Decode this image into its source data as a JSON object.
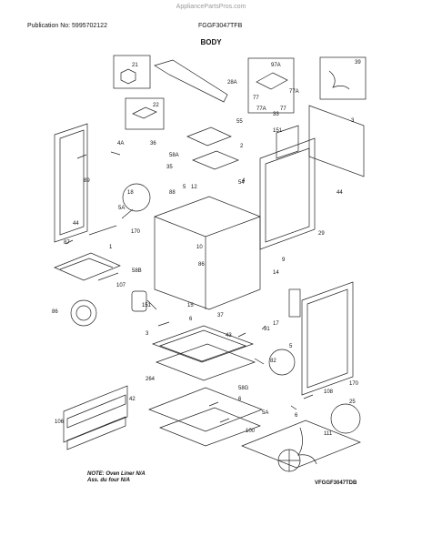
{
  "watermark": "AppliancePartsPros.com",
  "header": {
    "publication": "Publication No: 5995702122",
    "model": "FGGF3047TFB"
  },
  "title": "BODY",
  "note_line1": "NOTE: Oven Liner N/A",
  "note_line2": "Ass. du four N/A",
  "diagram_code": "VFGGF3047TDB",
  "callouts": [
    "21",
    "28A",
    "97A",
    "39",
    "22",
    "77",
    "77A",
    "77A",
    "77",
    "33",
    "3",
    "4A",
    "36",
    "55",
    "151",
    "89",
    "2",
    "4",
    "35",
    "12",
    "58A",
    "18",
    "88",
    "5",
    "54",
    "5A",
    "44",
    "44",
    "170",
    "10",
    "86",
    "87",
    "1",
    "58B",
    "9",
    "29",
    "14",
    "107",
    "151",
    "15",
    "86",
    "17",
    "6",
    "37",
    "3",
    "43",
    "91",
    "5",
    "82",
    "264",
    "170",
    "58G",
    "42",
    "108",
    "6",
    "5A",
    "25",
    "106",
    "6",
    "100",
    "111"
  ]
}
